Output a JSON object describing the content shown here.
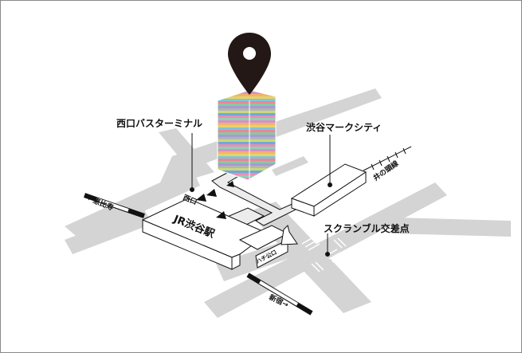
{
  "labels": {
    "bus_terminal": "西口バスターミナル",
    "mark_city": "渋谷マークシティ",
    "inokashira_line": "井の頭線",
    "scramble": "スクランブル交差点",
    "jr_station": "JR渋谷駅",
    "west_exit": "西口",
    "hachiko_exit": "ハチ公口",
    "to_ebisu": "←恵比寿",
    "to_shinjuku": "新宿→"
  },
  "icons": {
    "pin": "map-pin-icon"
  },
  "colors": {
    "road": "#d3d3d3",
    "pin": "#231815",
    "line": "#111111"
  }
}
